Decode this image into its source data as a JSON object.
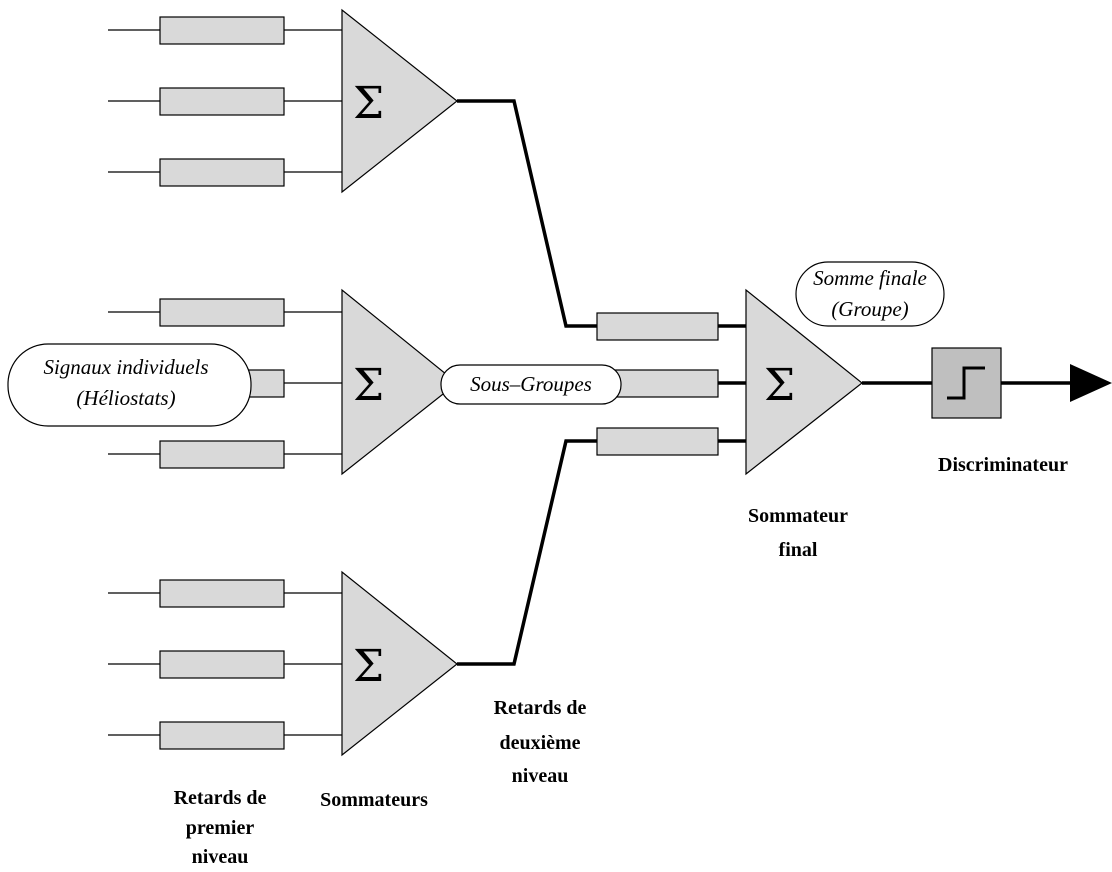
{
  "sigma_symbol": "Σ",
  "bubbles": {
    "signaux": [
      "Signaux individuels",
      "(Héliostats)"
    ],
    "sous_groupes": "Sous–Groupes",
    "somme_finale": [
      "Somme finale",
      "(Groupe)"
    ]
  },
  "labels": {
    "retards_premier": [
      "Retards de",
      "premier",
      "niveau"
    ],
    "sommateurs": "Sommateurs",
    "retards_deuxieme": [
      "Retards de",
      "deuxième",
      "niveau"
    ],
    "sommateur_final": [
      "Sommateur",
      "final"
    ],
    "discriminateur": "Discriminateur"
  },
  "colors": {
    "block_fill": "#d9d9d9",
    "discriminator_fill": "#bfbfbf",
    "line": "#000000"
  }
}
